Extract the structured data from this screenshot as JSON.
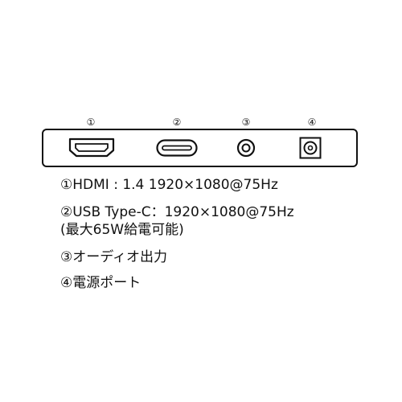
{
  "ports": {
    "hdmi": {
      "number": "①",
      "icon": "hdmi-port-icon"
    },
    "usbc": {
      "number": "②",
      "icon": "usb-c-port-icon"
    },
    "audio": {
      "number": "③",
      "icon": "audio-jack-icon"
    },
    "power": {
      "number": "④",
      "icon": "dc-power-port-icon"
    }
  },
  "specs": [
    {
      "text": "①HDMI : 1.4  1920×1080@75Hz"
    },
    {
      "text": "②USB Type-C：1920×1080@75Hz"
    },
    {
      "text": "(最大65W給電可能)"
    },
    {
      "text": "③オーディオ出力"
    },
    {
      "text": "④電源ポート"
    }
  ],
  "colors": {
    "line": "#111111",
    "background": "#ffffff"
  }
}
